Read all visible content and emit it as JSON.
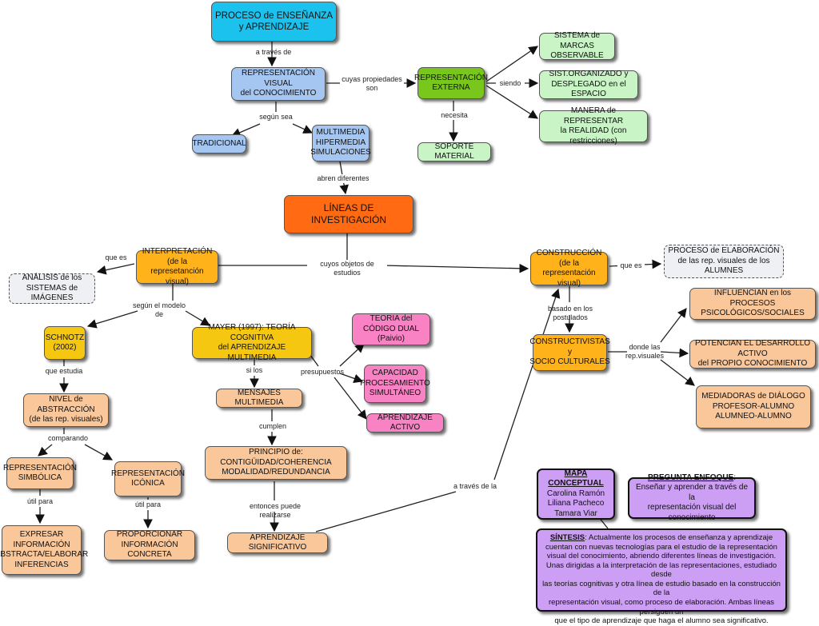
{
  "nodes": {
    "proceso": "PROCESO de ENSEÑANZA\ny APRENDIZAJE",
    "rep_visual": "REPRESENTACIÓN VISUAL\ndel CONOCIMIENTO",
    "rep_externa": "REPRESENTACIÓN\nEXTERNA",
    "sist_marcas": "SISTEMA de MARCAS\nOBSERVABLE",
    "sist_organizado": "SIST.ORGANIZADO y\nDESPLEGADO en el ESPACIO",
    "manera": "MANERA de REPRESENTAR\nla REALIDAD (con restricciones)",
    "soporte": "SOPORTE MATERIAL",
    "tradicional": "TRADICIONAL",
    "multimedia": "MULTIMEDIA\nHIPERMEDIA\nSIMULACIONES",
    "lineas": "LÍNEAS DE INVESTIGACIÓN",
    "interpretacion": "INTERPRETACIÓN (de la\nrepresetanción visual)",
    "analisis": "ANÁLISIS de los\nSISTEMAS de IMÁGENES",
    "construccion": "CONSTRUCCIÓN (de la\nrepresentación visual)",
    "proceso_elab": "PROCESO de ELABORACIÓN\nde las rep. visuales de los ALUMNES",
    "schnotz": "SCHNOTZ\n(2002)",
    "mayer": "MAYER (1997): TEORÍA COGNITIVA\ndel APRENDIZAJE MULTIMEDIA",
    "codigo_dual": "TEORIA del\nCÓDIGO DUAL (Paivio)",
    "capacidad": "CAPACIDAD\nPROCESAMIENTO\nSIMULTÁNEO",
    "aprendizaje_activo": "APRENDIZAJE ACTIVO",
    "mensajes": "MENSAJES MULTIMEDIA",
    "principio": "PRINCIPIO de: CONTIGÜIDAD/COHERENCIA\nMODALIDAD/REDUNDANCIA",
    "aprendizaje_signif": "APRENDIZAJE SIGNIFICATIVO",
    "nivel": "NIVEL de ABSTRACCIÓN\n(de las rep. visuales)",
    "rep_simbolica": "REPRESENTACIÓN\nSIMBÓLICA",
    "rep_iconica": "REPRESENTACIÓN\nICÓNICA",
    "expresar": "EXPRESAR\nINFORMACIÓN\nABSTRACTA/ELABORAR\nINFERENCIAS",
    "proporcionar": "PROPORCIONAR\nINFORMACIÓN CONCRETA",
    "constructivistas": "CONSTRUCTIVISTAS\ny\nSOCIO CULTURALES",
    "influencian": "INFLUENCIAN en los\nPROCESOS PSICOLÓGICOS/SOCIALES",
    "potencian": "POTENCIAN EL DESARROLLO ACTIVO\ndel PROPIO CONOCIMIENTO",
    "mediadoras": "MEDIADORAS de DIÁLOGO\nPROFESOR-ALUMNO\nALUMNEO-ALUMNO"
  },
  "mapa": {
    "title": "MAPA CONCEPTUAL",
    "authors": "Carolina Ramón\nLiliana Pacheco\nTamara Viar"
  },
  "pregunta": {
    "title": "PREGUNTA ENFOQUE",
    "colon": ":",
    "text": "Enseñar y aprender a través de la\nrepresentación visual del conocimiento"
  },
  "sintesis": {
    "title": "SÍNTESIS",
    "text": ": Actualmente los procesos de enseñanza y aprendizaje\ncuentan con nuevas tecnologías para el estudio de la representación\nvisual del conocimiento, abriendo diferentes líneas de investigación.\nUnas dirigidas a la interpretación de las representaciones, estudiado desde\nlas teorías cognitivas y otra línea de estudio basado en la construcción de la\nrepresentación visual, como proceso de elaboración. Ambas líneas persiguen un\nque el tipo de aprendizaje que haga el alumno sea significativo."
  },
  "labels": {
    "a_traves_de": "a través de",
    "cuyas_propiedades": "cuyas propiedades\nson",
    "siendo": "siendo",
    "necesita": "necesita",
    "segun_sea": "según sea",
    "abren": "abren diferentes",
    "cuyos_objetos": "cuyos objetos de estudios",
    "que_es_left": "que es",
    "que_es_right": "que es",
    "segun_modelo": "según el modelo de",
    "basado_en": "basado en  los postulados",
    "que_estudia": "que estudia",
    "si_los": "si los",
    "presupuestos": "presupuestos",
    "donde_las": "donde las\nrep.visuales",
    "comparando": "comparando",
    "cumplen": "cumplen",
    "util_para_1": "útil para",
    "util_para_2": "útil para",
    "entonces": "entonces puede realizarse",
    "a_traves_de_la": "a través de la"
  },
  "colors": {
    "cyan": "#1bc2ee",
    "blue": "#a6c6f2",
    "green": "#79c61c",
    "light_green": "#c8f4c6",
    "orange": "#ff6a12",
    "yellow_orange": "#ffb21a",
    "yellow": "#f5c710",
    "peach": "#fac79a",
    "pink": "#f882c4",
    "purple": "#cc9ff4"
  }
}
